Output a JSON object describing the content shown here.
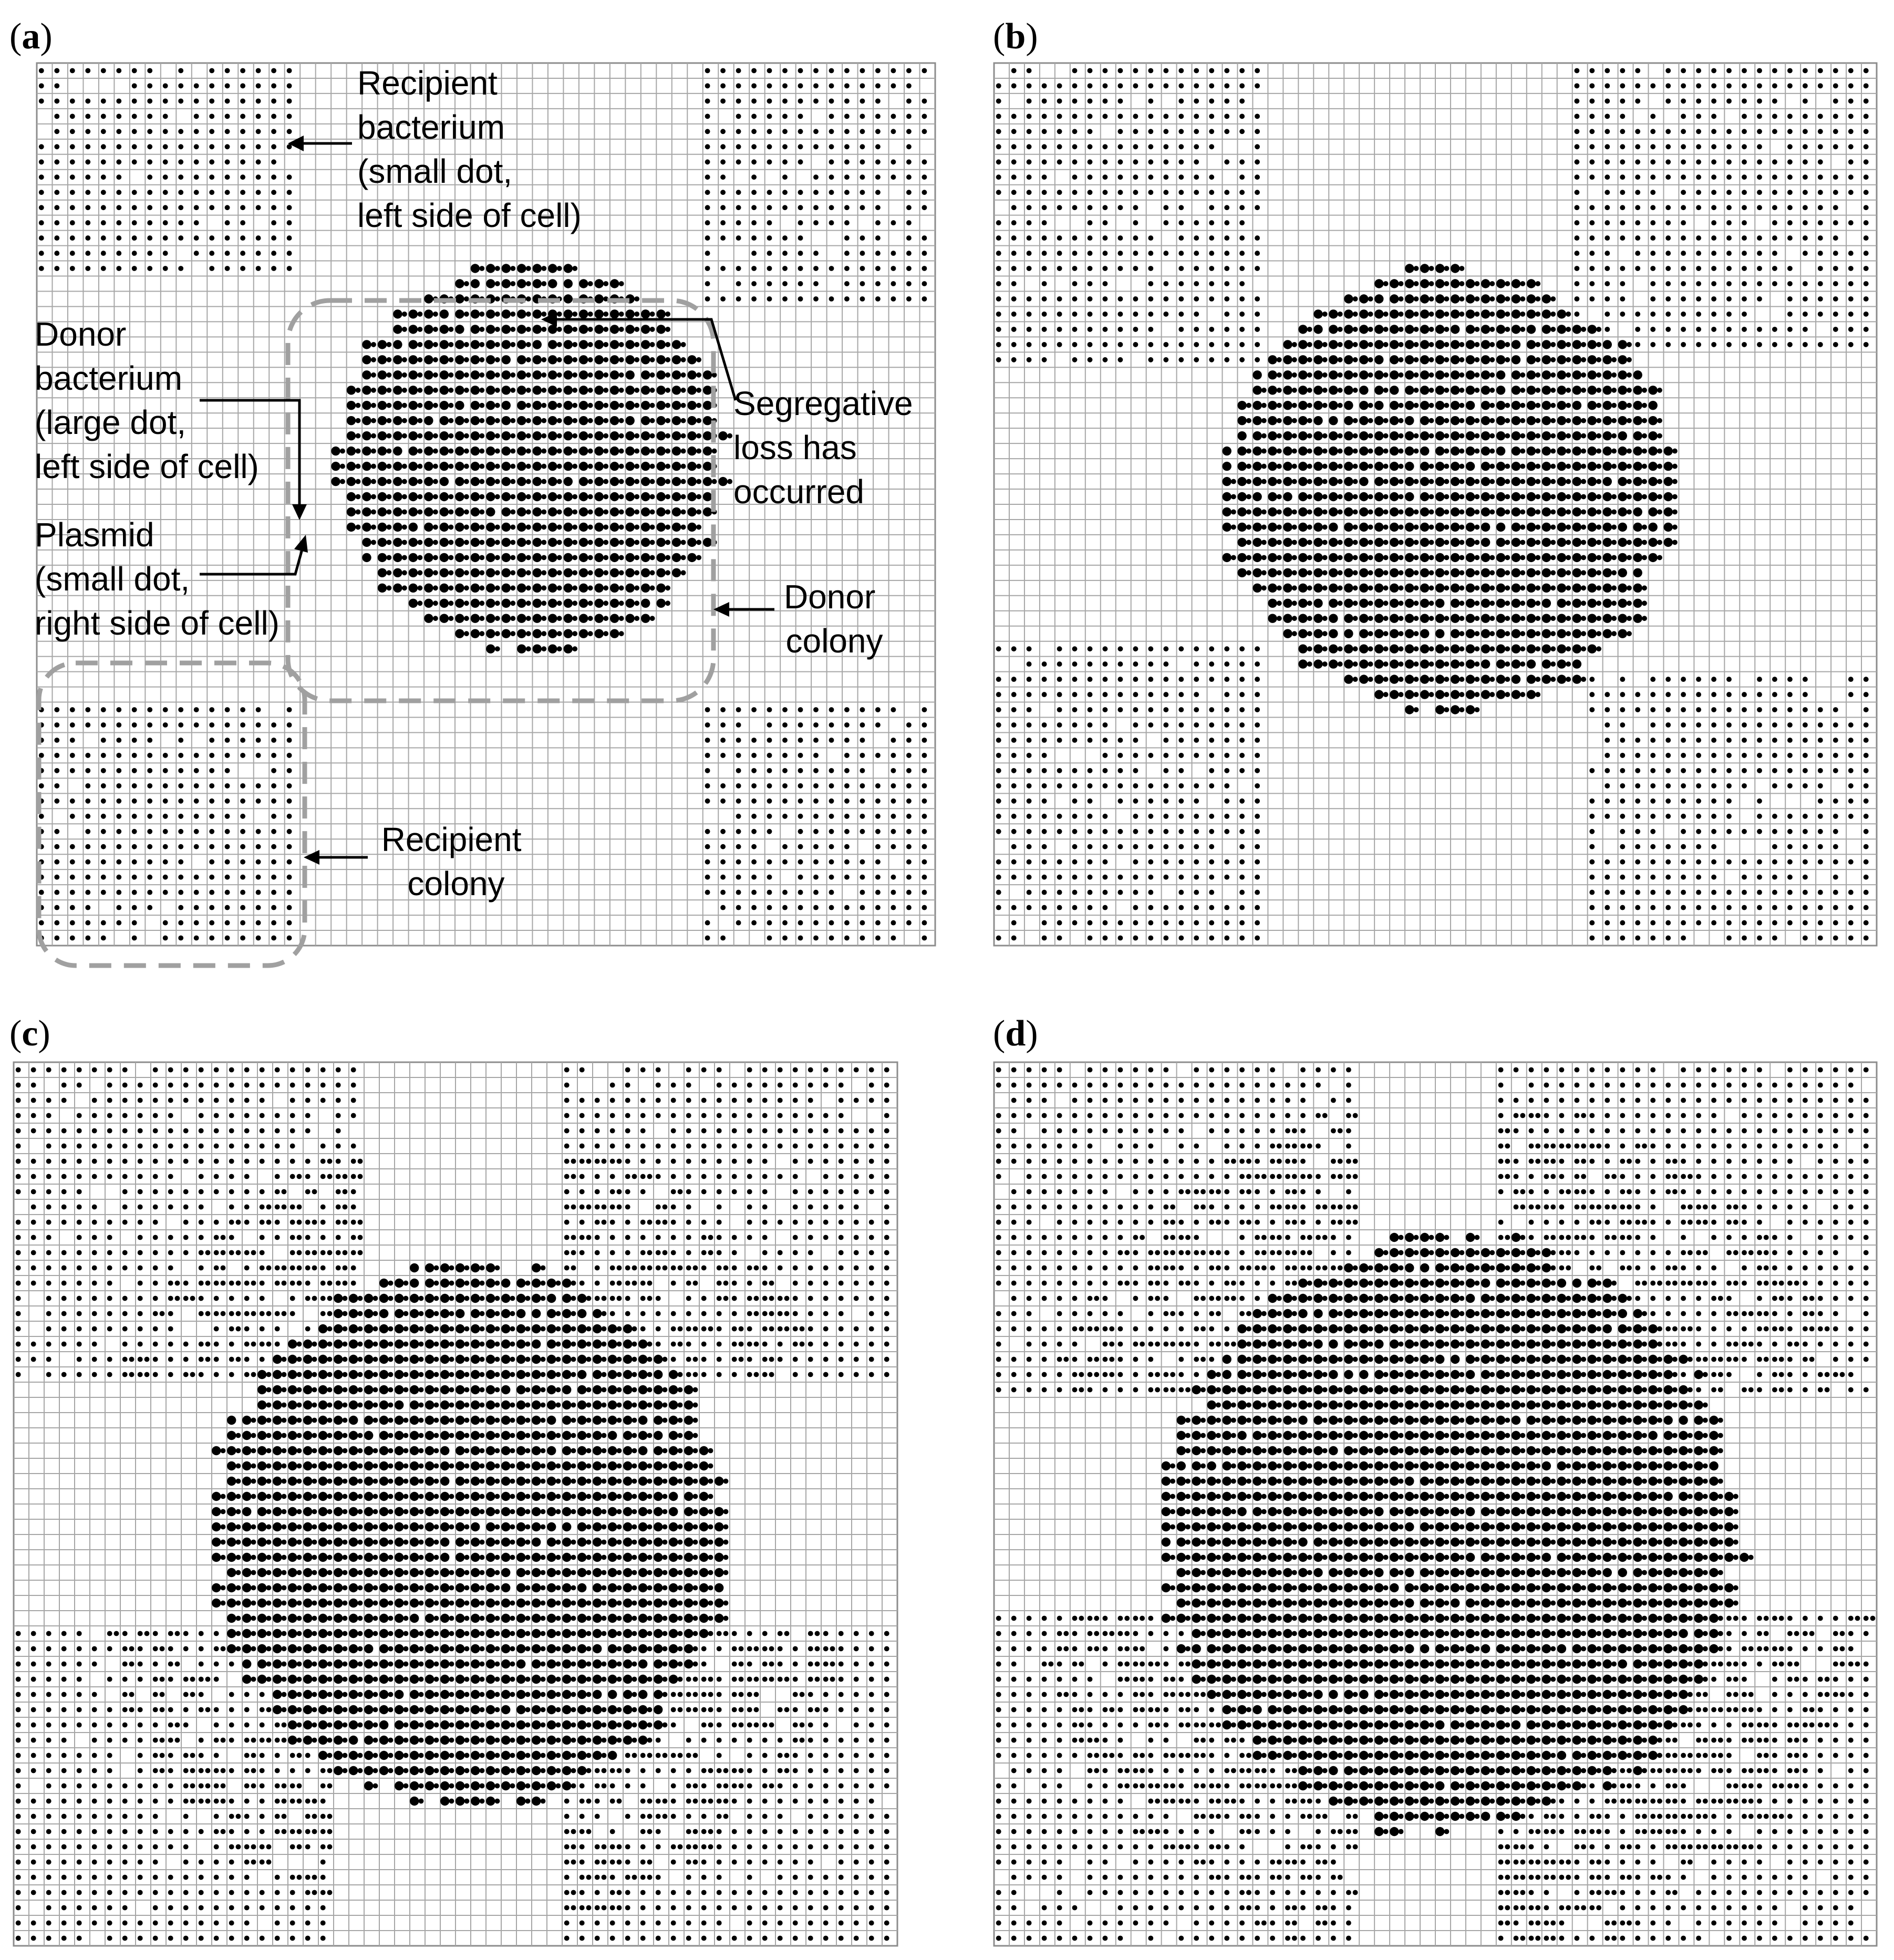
{
  "panels": [
    {
      "id": "a",
      "label": "a"
    },
    {
      "id": "b",
      "label": "b"
    },
    {
      "id": "c",
      "label": "c"
    },
    {
      "id": "d",
      "label": "d"
    }
  ],
  "annotations": {
    "recipient_bacterium": [
      "Recipient",
      "bacterium",
      "(small dot,",
      "left side of cell)"
    ],
    "donor_bacterium": [
      "Donor",
      "bacterium",
      "(large dot,",
      "left side of cell)"
    ],
    "plasmid": [
      "Plasmid",
      "(small dot,",
      "right side of cell)"
    ],
    "segregative_loss": [
      "Segregative",
      "loss has",
      "occurred"
    ],
    "donor_colony": [
      "Donor",
      "colony"
    ],
    "recipient_colony": [
      "Recipient",
      "colony"
    ]
  },
  "legend": {
    "recipient": "small dot, left side of cell",
    "donor": "large dot, left side of cell",
    "plasmid": "small dot, right side of cell"
  },
  "colors": {
    "grid": "#a6a6a6",
    "dots": "#000000",
    "dashed_outline": "#a0a0a0",
    "background": "#ffffff"
  }
}
